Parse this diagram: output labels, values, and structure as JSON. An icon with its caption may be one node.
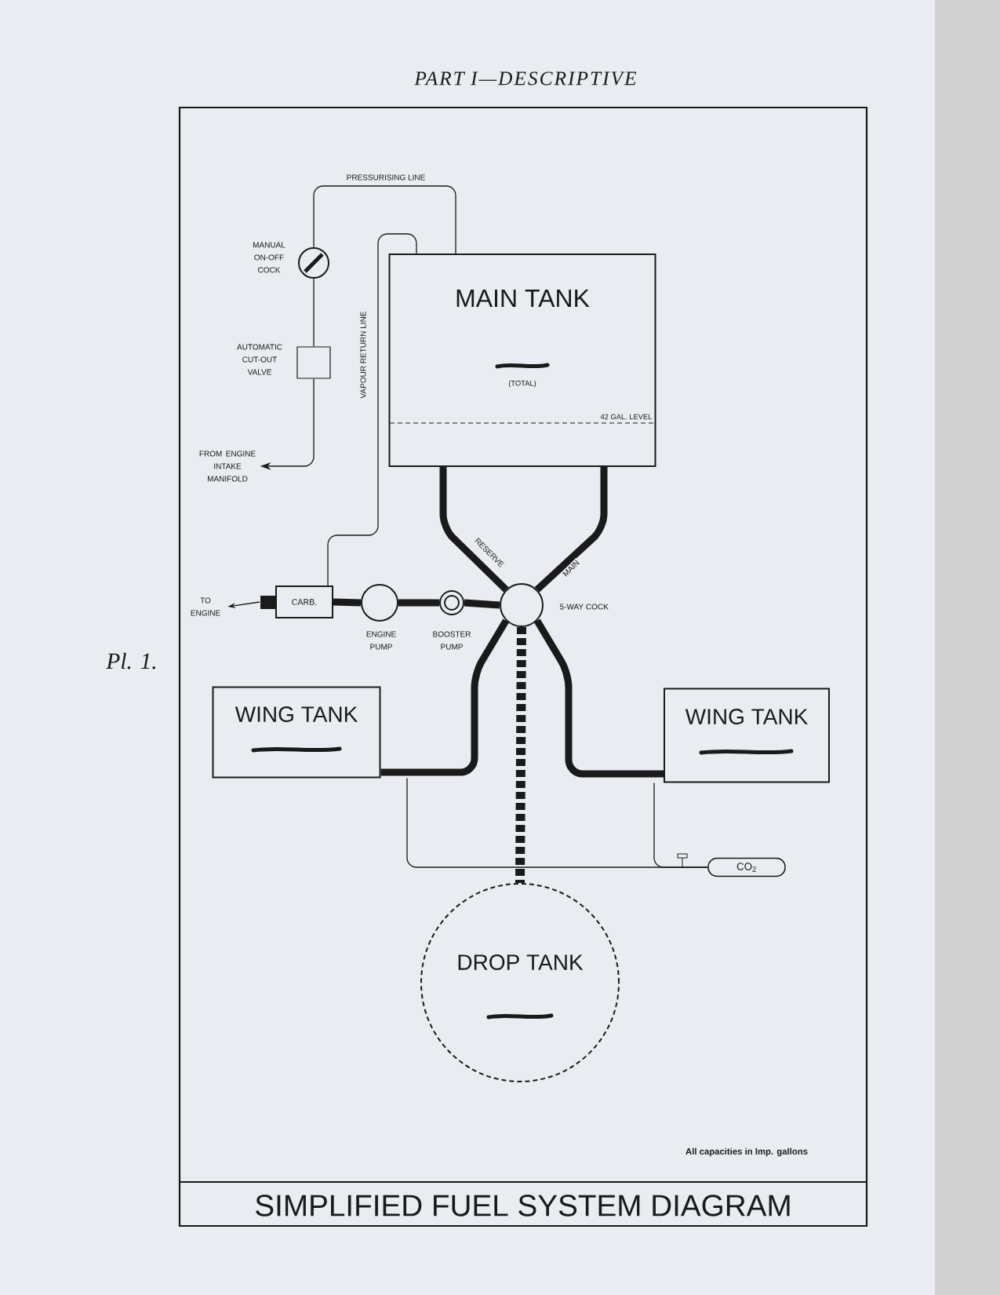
{
  "diagram": {
    "title": "SIMPLIFIED FUEL SYSTEM DIAGRAM",
    "nodes": [
      {
        "text": [
          "MAIN TANK",
          "(TOTAL)",
          "42 GAL. LEVEL"
        ]
      },
      {
        "text": [],
        "shape": "circle",
        "beside": [
          "MANUAL ON-OFF COCK"
        ]
      },
      {
        "text": [],
        "shape": "box",
        "beside": [
          "AUTOMATIC CUT-OUT VALVE"
        ]
      },
      {
        "text": [
          "FROM ENGINE INTAKE MANIFOLD"
        ]
      },
      {
        "text": [
          "TO ENGINE"
        ]
      },
      {
        "text": [
          "CARB."
        ]
      },
      {
        "text": [],
        "shape": "circle",
        "beside": [
          "ENGINE PUMP"
        ]
      },
      {
        "text": [],
        "shape": "circle",
        "beside": [
          "BOOSTER PUMP"
        ]
      },
      {
        "text": [],
        "shape": "circle",
        "beside": [
          "5-WAY COCK"
        ]
      },
      {
        "text": [
          "WING TANK"
        ]
      },
      {
        "text": [
          "WING TANK"
        ]
      },
      {
        "text": [
          "CO$_{2}$"
        ]
      },
      {
        "text": [
          "DROP TANK"
        ]
      }
    ],
    "edges": [
      {
        "from": 2,
        "to": 3,
        "arrow": "to"
      },
      {
        "from": 2,
        "to": 1,
        "arrow": "none"
      },
      {
        "from": 1,
        "to": 0,
        "arrow": "none",
        "label": "PRESSURISING LINE"
      },
      {
        "from": 5,
        "to": 0,
        "arrow": "none",
        "label": "VAPOUR RETURN LINE"
      },
      {
        "from": 5,
        "to": 4,
        "arrow": "to"
      },
      {
        "from": 6,
        "to": 5,
        "arrow": "none"
      },
      {
        "from": 7,
        "to": 6,
        "arrow": "none"
      },
      {
        "from": 8,
        "to": 7,
        "arrow": "none"
      },
      {
        "from": 0,
        "to": 8,
        "arrow": "none",
        "label": "RESERVE"
      },
      {
        "from": 0,
        "to": 8,
        "arrow": "none",
        "label": "MAIN"
      },
      {
        "from": 8,
        "to": 9,
        "arrow": "none"
      },
      {
        "from": 8,
        "to": 10,
        "arrow": "none"
      },
      {
        "from": 8,
        "to": 12,
        "arrow": "none",
        "style": "dashed"
      },
      {
        "from": 9,
        "to": 11,
        "arrow": "none"
      },
      {
        "from": 10,
        "to": 11,
        "arrow": "none"
      }
    ],
    "labels": [
      "PART I—DESCRIPTIVE",
      "Pl. 1.",
      "All capacities in Imp. gallons"
    ]
  }
}
